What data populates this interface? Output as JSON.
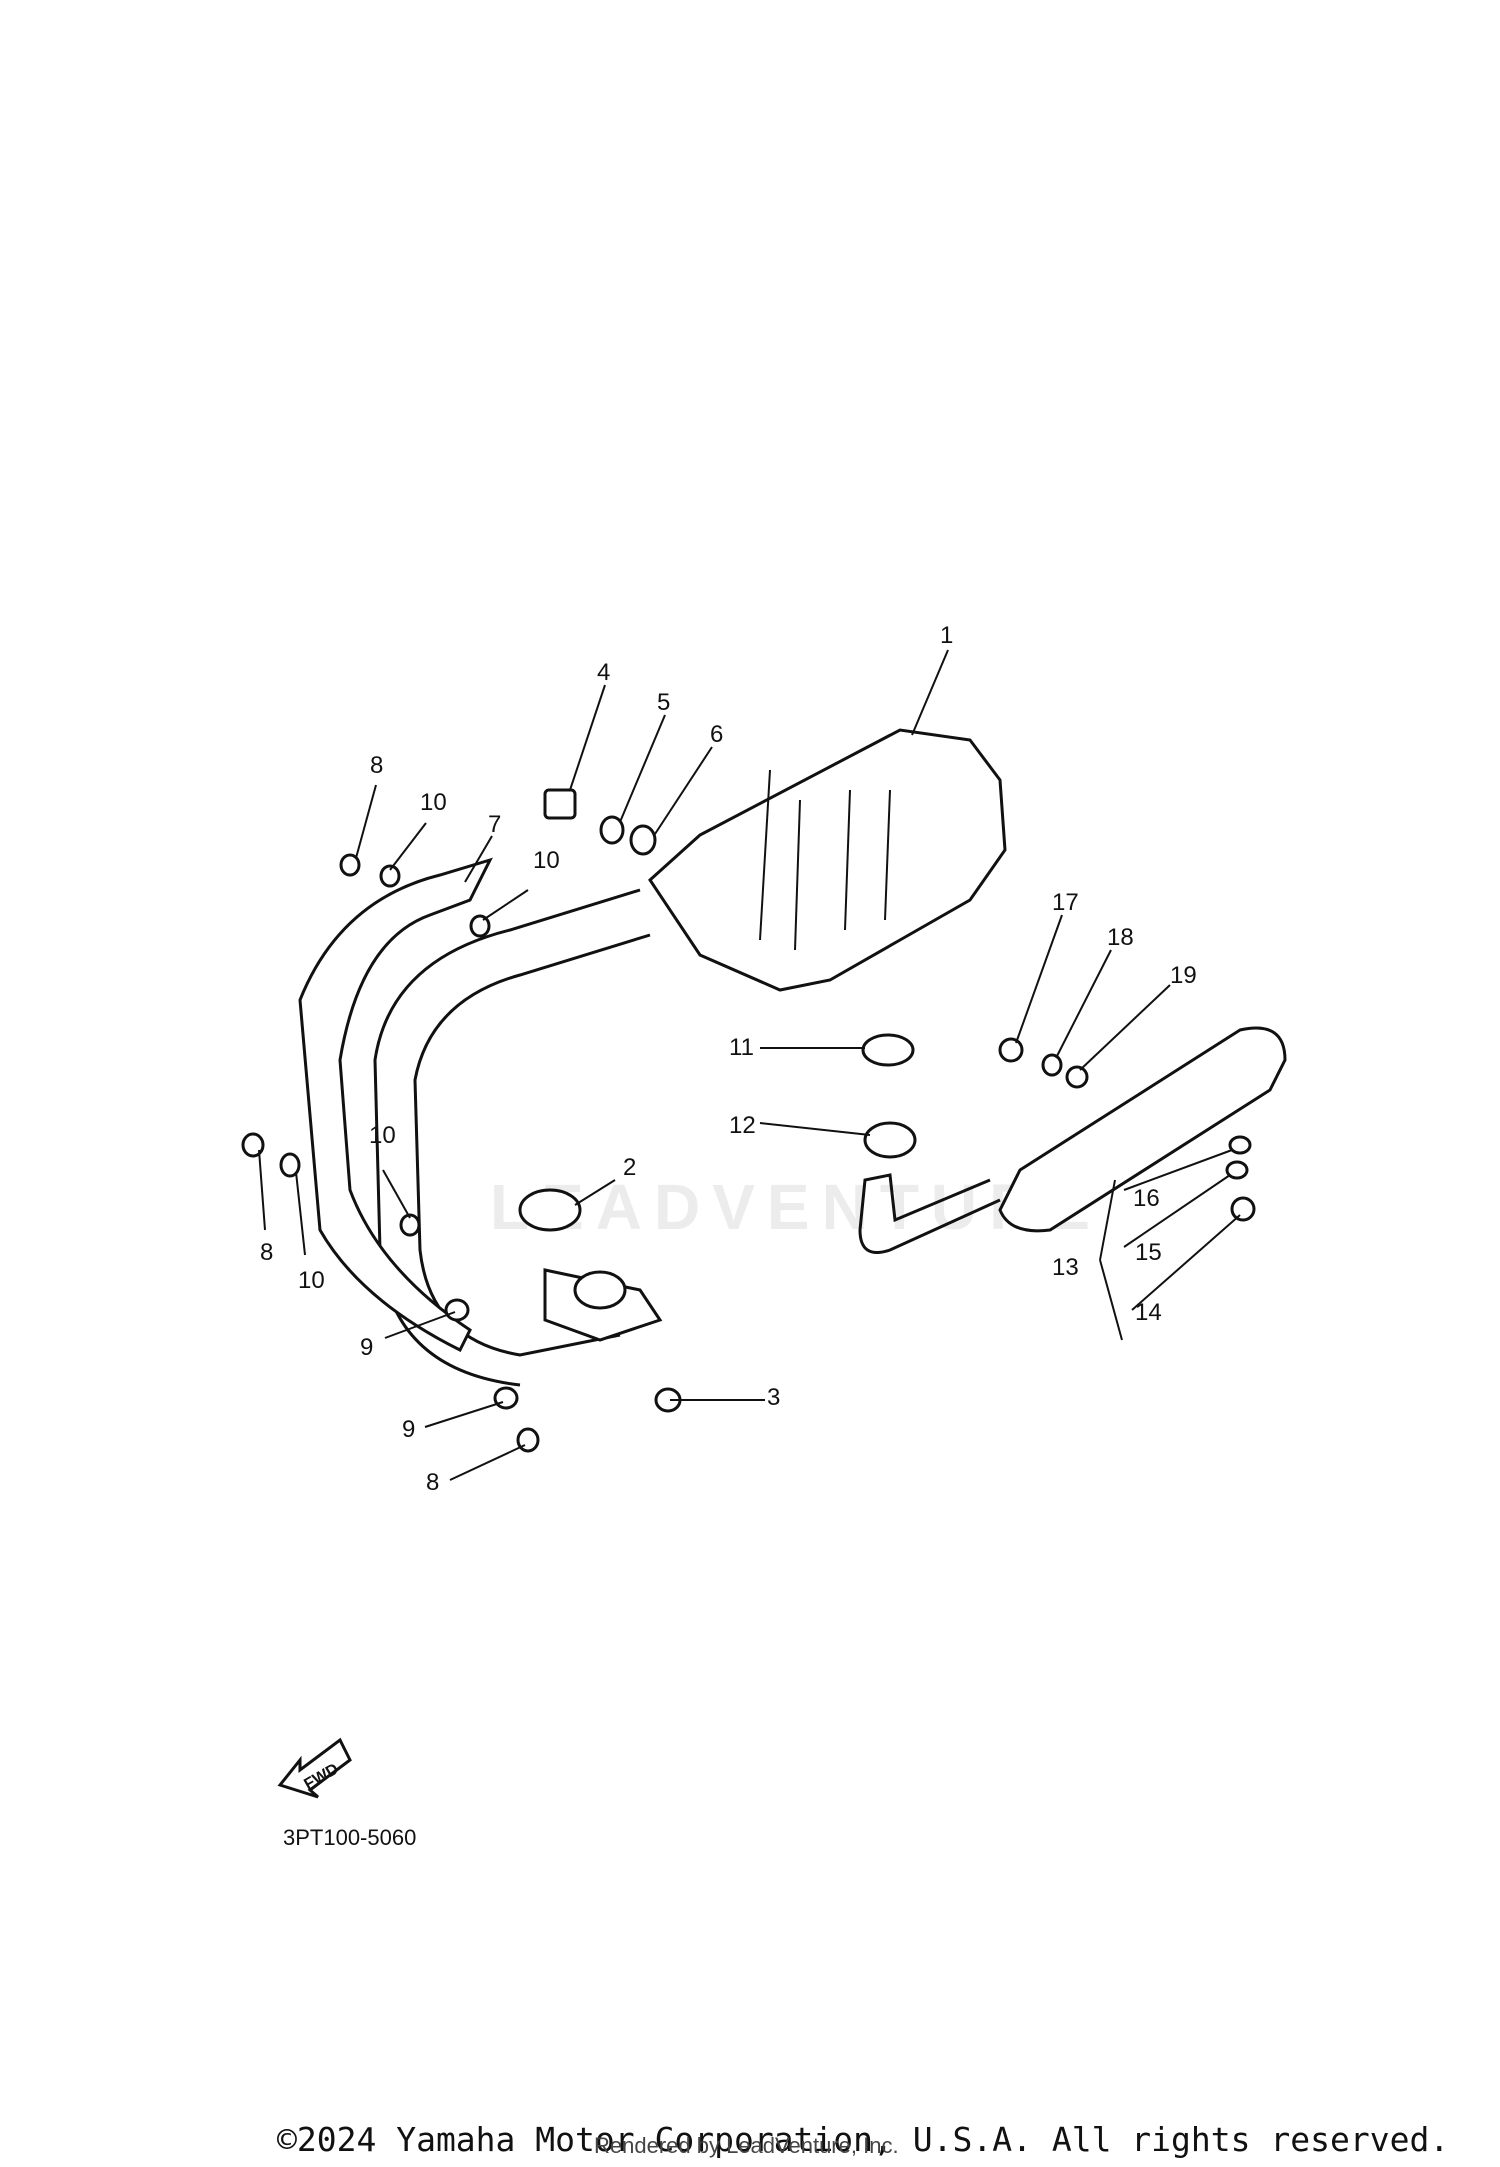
{
  "diagram": {
    "callouts": [
      "1",
      "2",
      "3",
      "4",
      "5",
      "6",
      "7",
      "8",
      "10",
      "10",
      "10",
      "8",
      "10",
      "9",
      "9",
      "8",
      "11",
      "12",
      "13",
      "14",
      "15",
      "16",
      "17",
      "18",
      "19"
    ],
    "fwd_label": "FWD",
    "code": "3PT100-5060",
    "watermark": "LEADVENTURE"
  },
  "footer": {
    "copyright": "©2024 Yamaha Motor Corporation, U.S.A. All rights reserved.",
    "rendered": "Rendered by LeadVenture, Inc."
  }
}
